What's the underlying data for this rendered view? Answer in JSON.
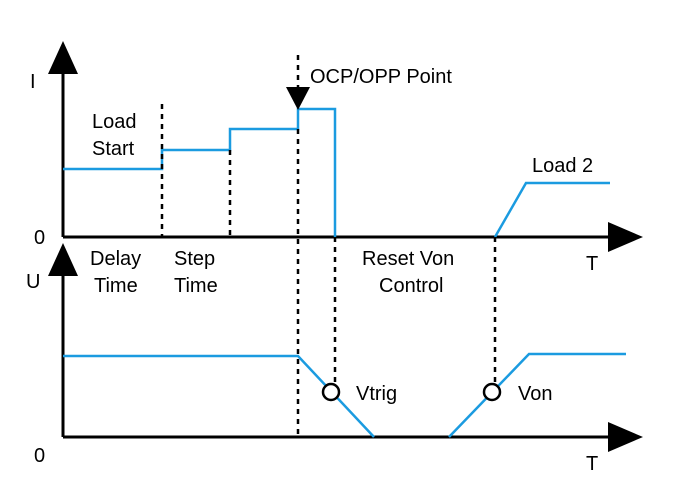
{
  "colors": {
    "trace": "#1b9be0",
    "axis": "#000000"
  },
  "current_graph": {
    "y_label": "I",
    "zero_label": "0",
    "x_label": "T",
    "load_start_line1": "Load",
    "load_start_line2": "Start",
    "ocp_label": "OCP/OPP Point",
    "load2_label": "Load 2"
  },
  "voltage_graph": {
    "y_label": "U",
    "zero_label": "0",
    "x_label": "T",
    "vtrig_label": "Vtrig",
    "von_label": "Von"
  },
  "phases": {
    "delay_line1": "Delay",
    "delay_line2": "Time",
    "step_line1": "Step",
    "step_line2": "Time",
    "reset_line1": "Reset Von",
    "reset_line2": "Control"
  },
  "icons": {
    "ocp_marker": "down-arrow-icon",
    "vtrig_marker": "circle-marker-icon",
    "von_marker": "circle-marker-icon"
  }
}
